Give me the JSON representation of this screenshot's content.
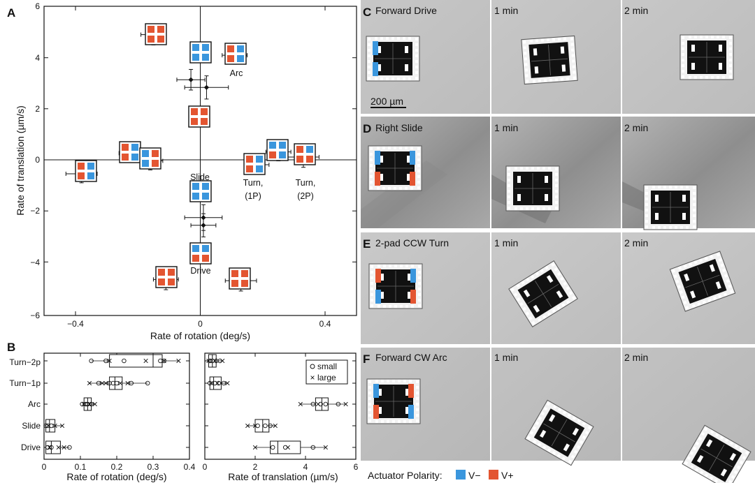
{
  "colors": {
    "v_minus": "#3a96dd",
    "v_plus": "#e35531",
    "axis": "#111111"
  },
  "panel_labels": {
    "a": "A",
    "b": "B",
    "c": "C",
    "d": "D",
    "e": "E",
    "f": "F"
  },
  "panel_a": {
    "xlabel": "Rate of rotation (deg/s)",
    "ylabel": "Rate of translation (µm/s)",
    "x_ticks": [
      "−0.4",
      "0",
      "0.4"
    ],
    "y_ticks": [
      "6",
      "4",
      "2",
      "0",
      "−2",
      "−4",
      "−6"
    ],
    "annotations": {
      "arc": "Arc",
      "slide": "Slide",
      "drive": "Drive",
      "turn1_line1": "Turn,",
      "turn1_line2": "(1P)",
      "turn2_line1": "Turn,",
      "turn2_line2": "(2P)"
    }
  },
  "panel_b": {
    "categories": [
      "Turn−2p",
      "Turn−1p",
      "Arc",
      "Slide",
      "Drive"
    ],
    "rot_xlabel": "Rate of rotation (deg/s)",
    "trans_xlabel": "Rate of translation (µm/s)",
    "rot_ticks": [
      "0",
      "0.1",
      "0.2",
      "0.3",
      "0.4"
    ],
    "trans_ticks": [
      "0",
      "2",
      "4",
      "6"
    ],
    "legend": {
      "small": "small",
      "large": "large",
      "small_marker": "o",
      "large_marker": "×"
    }
  },
  "photo_panels": {
    "c_title": "Forward Drive",
    "d_title": "Right Slide",
    "e_title": "2-pad CCW Turn",
    "f_title": "Forward CW Arc",
    "time_1": "1 min",
    "time_2": "2 min",
    "scale_bar": "200 µm"
  },
  "footer": {
    "caption": "Actuator Polarity:",
    "v_minus": "V−",
    "v_plus": "V+"
  },
  "chart_data": [
    {
      "type": "scatter",
      "xlabel": "Rate of rotation (deg/s)",
      "ylabel": "Rate of translation (µm/s)",
      "xlim": [
        -0.5,
        0.5
      ],
      "ylim": [
        -6,
        6
      ],
      "x_ticks": [
        -0.4,
        0,
        0.4
      ],
      "y_ticks": [
        6,
        4,
        2,
        0,
        -2,
        -4,
        -6
      ],
      "points": [
        {
          "x": -0.03,
          "y": 3.15,
          "xerr": 0.045,
          "yerr": 0.4
        },
        {
          "x": 0.02,
          "y": 2.85,
          "xerr": 0.07,
          "yerr": 0.45
        },
        {
          "x": 0.11,
          "y": 4.1,
          "xerr": 0.04,
          "yerr": 0.35
        },
        {
          "x": -0.15,
          "y": 4.9,
          "xerr": 0.04,
          "yerr": 0.4
        },
        {
          "x": -0.38,
          "y": -0.5,
          "xerr": 0.05,
          "yerr": 0.35
        },
        {
          "x": -0.22,
          "y": 0.3,
          "xerr": 0.04,
          "yerr": 0.35
        },
        {
          "x": -0.16,
          "y": 0.0,
          "xerr": 0.04,
          "yerr": 0.35
        },
        {
          "x": 0.18,
          "y": -0.15,
          "xerr": 0.04,
          "yerr": 0.35
        },
        {
          "x": 0.25,
          "y": 0.35,
          "xerr": 0.04,
          "yerr": 0.35
        },
        {
          "x": 0.33,
          "y": 0.15,
          "xerr": 0.05,
          "yerr": 0.4
        },
        {
          "x": 0.01,
          "y": -2.2,
          "xerr": 0.06,
          "yerr": 0.5
        },
        {
          "x": 0.01,
          "y": -2.5,
          "xerr": 0.04,
          "yerr": 0.45
        },
        {
          "x": -0.11,
          "y": -4.6,
          "xerr": 0.04,
          "yerr": 0.4
        },
        {
          "x": 0.13,
          "y": -4.65,
          "xerr": 0.05,
          "yerr": 0.4
        }
      ]
    },
    {
      "type": "box",
      "xlabel": "Rate of rotation (deg/s)",
      "xlim": [
        0,
        0.4
      ],
      "categories": [
        "Turn−2p",
        "Turn−1p",
        "Arc",
        "Slide",
        "Drive"
      ],
      "boxes": [
        {
          "q1": 0.18,
          "median": 0.3,
          "q3": 0.325,
          "small": [
            0.13,
            0.17,
            0.22,
            0.32,
            0.33
          ],
          "large": [
            0.18,
            0.28,
            0.33,
            0.37
          ]
        },
        {
          "q1": 0.18,
          "median": 0.195,
          "q3": 0.215,
          "small": [
            0.15,
            0.18,
            0.19,
            0.2,
            0.24,
            0.285
          ],
          "large": [
            0.125,
            0.16,
            0.17,
            0.21,
            0.23
          ]
        },
        {
          "q1": 0.11,
          "median": 0.12,
          "q3": 0.13,
          "small": [
            0.105,
            0.115,
            0.12,
            0.13
          ],
          "large": [
            0.11,
            0.125,
            0.14
          ]
        },
        {
          "q1": 0.005,
          "median": 0.015,
          "q3": 0.03,
          "small": [
            0.005,
            0.01,
            0.02
          ],
          "large": [
            0.012,
            0.03,
            0.05
          ]
        },
        {
          "q1": 0.005,
          "median": 0.02,
          "q3": 0.045,
          "small": [
            0.01,
            0.02,
            0.07
          ],
          "large": [
            0.015,
            0.04,
            0.055
          ]
        }
      ]
    },
    {
      "type": "box",
      "xlabel": "Rate of translation (µm/s)",
      "xlim": [
        0,
        6
      ],
      "categories": [
        "Turn−2p",
        "Turn−1p",
        "Arc",
        "Slide",
        "Drive"
      ],
      "boxes": [
        {
          "q1": 0.15,
          "median": 0.3,
          "q3": 0.45,
          "small": [
            0.2,
            0.3,
            0.45,
            0.6
          ],
          "large": [
            0.15,
            0.4,
            0.7
          ]
        },
        {
          "q1": 0.2,
          "median": 0.35,
          "q3": 0.65,
          "small": [
            0.2,
            0.4,
            0.55,
            0.75
          ],
          "large": [
            0.25,
            0.5,
            0.9
          ]
        },
        {
          "q1": 4.4,
          "median": 4.65,
          "q3": 4.9,
          "small": [
            4.3,
            4.6,
            4.8,
            5.3
          ],
          "large": [
            3.8,
            4.5,
            5.6
          ]
        },
        {
          "q1": 2.0,
          "median": 2.3,
          "q3": 2.55,
          "small": [
            2.1,
            2.4,
            2.6
          ],
          "large": [
            1.7,
            2.0,
            2.8
          ]
        },
        {
          "q1": 2.6,
          "median": 2.9,
          "q3": 3.8,
          "small": [
            2.7,
            3.2,
            4.3
          ],
          "large": [
            2.0,
            3.3,
            4.8
          ]
        }
      ]
    }
  ]
}
